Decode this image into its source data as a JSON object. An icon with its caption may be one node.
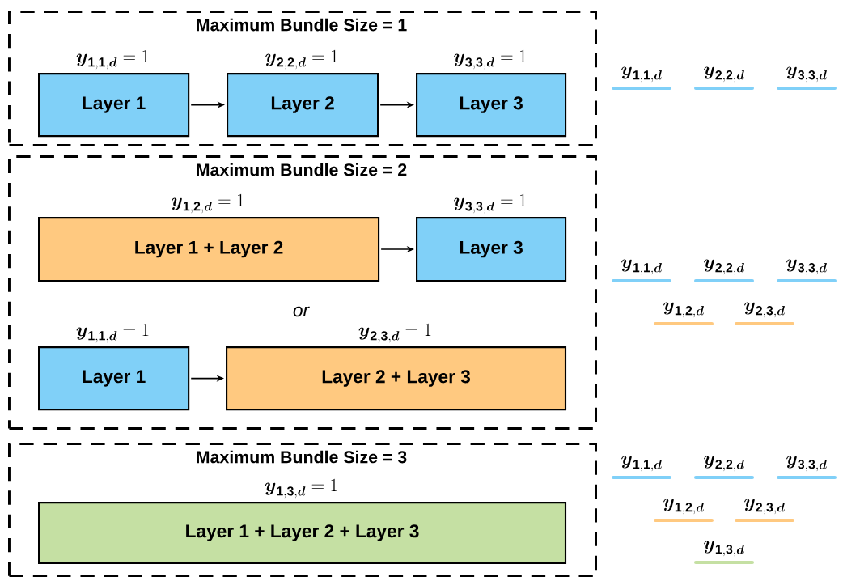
{
  "diagram": {
    "nodes": [
      {
        "text": [
          "Maximum Bundle Size = 1"
        ]
      },
      {
        "text": [
          "Layer 1"
        ],
        "in": 0,
        "beside": [
          "\\boldsymbol{y}_{\\mathbf{1},\\mathbf{1},\\boldsymbol{d}} = 1"
        ]
      },
      {
        "text": [
          "Layer 2"
        ],
        "in": 0,
        "beside": [
          "\\boldsymbol{y}_{\\mathbf{2},\\mathbf{2},\\boldsymbol{d}} = 1"
        ]
      },
      {
        "text": [
          "Layer 3"
        ],
        "in": 0,
        "beside": [
          "\\boldsymbol{y}_{\\mathbf{3},\\mathbf{3},\\boldsymbol{d}} = 1"
        ]
      },
      {
        "text": [
          "Maximum Bundle Size = 2"
        ]
      },
      {
        "text": [
          "Layer 1 + Layer 2"
        ],
        "in": 4,
        "beside": [
          "\\boldsymbol{y}_{\\mathbf{1},\\mathbf{2},\\boldsymbol{d}} = 1"
        ]
      },
      {
        "text": [
          "Layer 3"
        ],
        "in": 4,
        "beside": [
          "\\boldsymbol{y}_{\\mathbf{3},\\mathbf{3},\\boldsymbol{d}} = 1"
        ]
      },
      {
        "text": [
          "Layer 1"
        ],
        "in": 4,
        "beside": [
          "\\boldsymbol{y}_{\\mathbf{1},\\mathbf{1},\\boldsymbol{d}} = 1"
        ]
      },
      {
        "text": [
          "Layer 2 + Layer 3"
        ],
        "in": 4,
        "beside": [
          "\\boldsymbol{y}_{\\mathbf{2},\\mathbf{3},\\boldsymbol{d}} = 1"
        ]
      },
      {
        "text": [
          "Maximum Bundle Size = 3"
        ]
      },
      {
        "text": [
          "Layer 1 + Layer 2 + Layer 3"
        ],
        "in": 9,
        "beside": [
          "\\boldsymbol{y}_{\\mathbf{1},\\mathbf{3},\\boldsymbol{d}} = 1"
        ]
      }
    ],
    "edges": [
      {
        "from": 1,
        "to": 2,
        "arrow": "to"
      },
      {
        "from": 2,
        "to": 3,
        "arrow": "to"
      },
      {
        "from": 5,
        "to": 6,
        "arrow": "to"
      },
      {
        "from": 7,
        "to": 8,
        "arrow": "to"
      }
    ],
    "labels": [
      "\\boldsymbol{y}_{\\mathbf{1},\\mathbf{1},\\boldsymbol{d}}",
      "\\boldsymbol{y}_{\\mathbf{2},\\mathbf{2},\\boldsymbol{d}}",
      "\\boldsymbol{y}_{\\mathbf{3},\\mathbf{3},\\boldsymbol{d}}",
      "\\boldsymbol{y}_{\\mathbf{1},\\mathbf{1},\\boldsymbol{d}}",
      "\\boldsymbol{y}_{\\mathbf{2},\\mathbf{2},\\boldsymbol{d}}",
      "\\boldsymbol{y}_{\\mathbf{3},\\mathbf{3},\\boldsymbol{d}}",
      "or",
      "\\boldsymbol{y}_{\\mathbf{1},\\mathbf{2},\\boldsymbol{d}}",
      "\\boldsymbol{y}_{\\mathbf{2},\\mathbf{3},\\boldsymbol{d}}",
      "\\boldsymbol{y}_{\\mathbf{1},\\mathbf{1},\\boldsymbol{d}}",
      "\\boldsymbol{y}_{\\mathbf{2},\\mathbf{2},\\boldsymbol{d}}",
      "\\boldsymbol{y}_{\\mathbf{3},\\mathbf{3},\\boldsymbol{d}}",
      "\\boldsymbol{y}_{\\mathbf{1},\\mathbf{2},\\boldsymbol{d}}",
      "\\boldsymbol{y}_{\\mathbf{2},\\mathbf{3},\\boldsymbol{d}}",
      "\\boldsymbol{y}_{\\mathbf{1},\\mathbf{3},\\boldsymbol{d}}"
    ]
  }
}
